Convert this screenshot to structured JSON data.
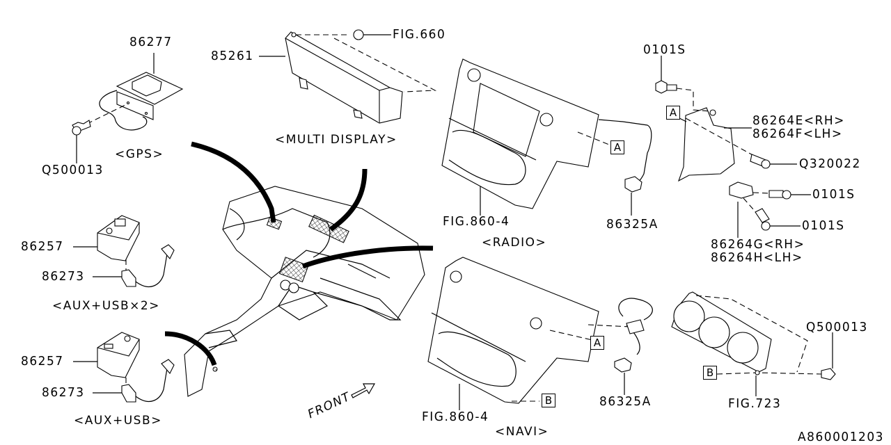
{
  "diagram": {
    "ref_code": "A860001203",
    "front_label": "FRONT",
    "groups": {
      "gps": {
        "caption": "<GPS>",
        "parts": [
          "86277",
          "Q500013"
        ]
      },
      "multi_display": {
        "caption": "<MULTI DISPLAY>",
        "parts": [
          "85261",
          "FIG.660"
        ]
      },
      "radio": {
        "caption": "<RADIO>",
        "parts": [
          "FIG.860-4",
          "86325A"
        ],
        "ref_box": "A"
      },
      "bracket": {
        "parts": [
          "0101S",
          "86264E<RH>",
          "86264F<LH>",
          "Q320022",
          "0101S",
          "0101S",
          "86264G<RH>",
          "86264H<LH>"
        ],
        "ref_box": "A"
      },
      "aux_usb_x2": {
        "caption": "<AUX+USB×2>",
        "parts": [
          "86257",
          "86273"
        ]
      },
      "aux_usb": {
        "caption": "<AUX+USB>",
        "parts": [
          "86257",
          "86273"
        ]
      },
      "navi": {
        "caption": "<NAVI>",
        "parts": [
          "FIG.860-4",
          "86325A"
        ],
        "ref_boxes": [
          "A",
          "B"
        ]
      },
      "climate": {
        "parts": [
          "Q500013",
          "FIG.723"
        ],
        "ref_box": "B"
      }
    }
  }
}
